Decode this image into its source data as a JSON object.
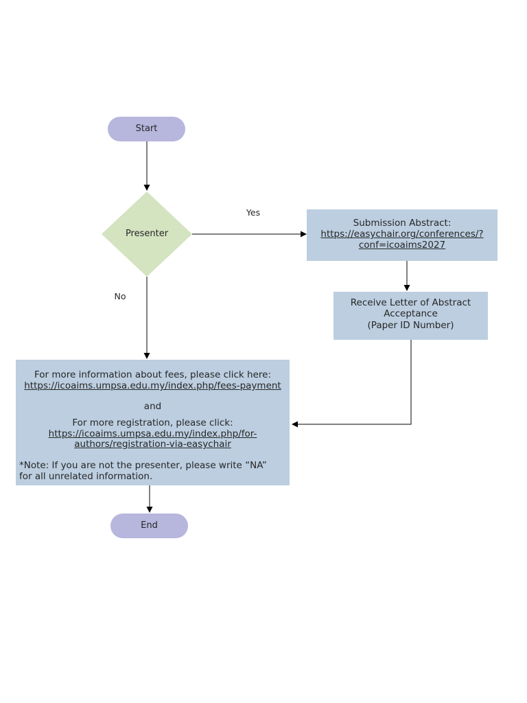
{
  "colors": {
    "terminal_fill": "#b7b6dd",
    "decision_fill": "#d4e3c0",
    "process_fill": "#bccee0",
    "connector": "#000000",
    "text": "#262626"
  },
  "flowchart": {
    "start": {
      "label": "Start"
    },
    "decision": {
      "label": "Presenter",
      "yes_label": "Yes",
      "no_label": "No"
    },
    "submission": {
      "title": "Submission Abstract:",
      "link_lines": [
        "https://easychair.org/conferences/?",
        "conf=icoaims2027"
      ]
    },
    "acceptance": {
      "lines": [
        "Receive Letter of Abstract",
        "Acceptance",
        "(Paper ID Number)"
      ]
    },
    "info": {
      "fees_text": "For more information about fees, please click here:",
      "fees_link": "https://icoaims.umpsa.edu.my/index.php/fees-payment",
      "and_text": "and",
      "registration_text": "For more registration, please click:",
      "registration_link_lines": [
        "https://icoaims.umpsa.edu.my/index.php/for-",
        "authors/registration-via-easychair"
      ],
      "note_lines": [
        "*Note: If you are not the presenter, please write “NA”",
        "for all unrelated information."
      ]
    },
    "end": {
      "label": "End"
    }
  }
}
